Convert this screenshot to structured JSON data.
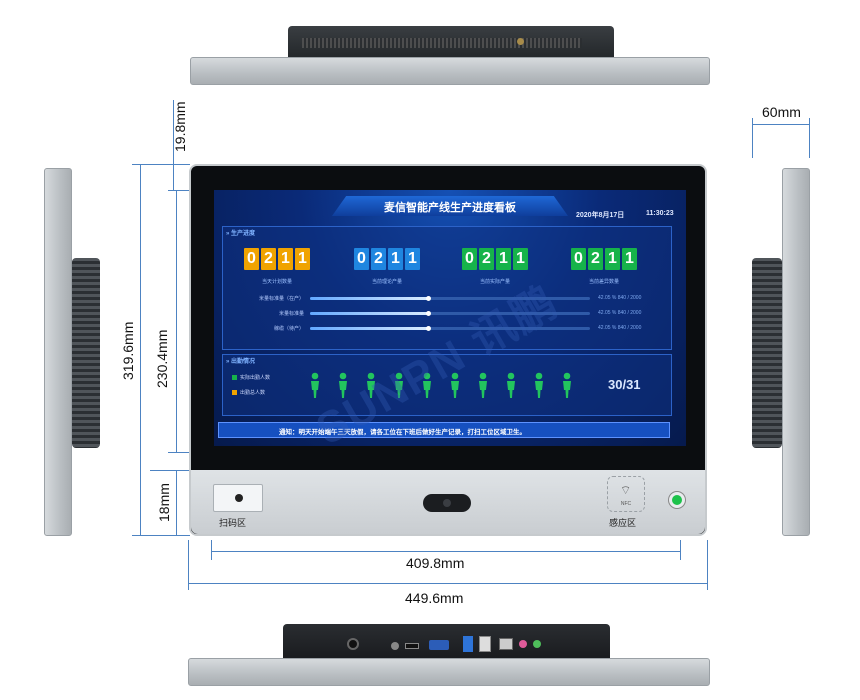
{
  "dimensions": {
    "top_bezel": "19.8mm",
    "depth": "60mm",
    "total_height": "319.6mm",
    "screen_height": "230.4mm",
    "chin_height": "18mm",
    "screen_width": "409.8mm",
    "total_width": "449.6mm"
  },
  "dashboard": {
    "title": "麦信智能产线生产进度看板",
    "date": "2020年8月17日",
    "time": "11:30:23",
    "production_section": "生产进度",
    "counters": [
      {
        "digits": [
          "0",
          "2",
          "1",
          "1"
        ],
        "label": "当天计划数量",
        "color": "#f0a300"
      },
      {
        "digits": [
          "0",
          "2",
          "1",
          "1"
        ],
        "label": "当前理论产量",
        "color": "#1f86e0"
      },
      {
        "digits": [
          "0",
          "2",
          "1",
          "1"
        ],
        "label": "当前实际产量",
        "color": "#16b34a"
      },
      {
        "digits": [
          "0",
          "2",
          "1",
          "1"
        ],
        "label": "当前差异数量",
        "color": "#16b34a"
      }
    ],
    "progress_rows": [
      {
        "label": "米量标准量（在产）",
        "percent": 42,
        "value": "42.05 %  840 / 2000"
      },
      {
        "label": "米量标准量",
        "percent": 42,
        "value": "42.05 %  840 / 2000"
      },
      {
        "label": "稼缆（待产）",
        "percent": 42,
        "value": "42.05 %  840 / 2000"
      }
    ],
    "attendance_section": "出勤情况",
    "legend_actual": "实际出勤人数",
    "legend_should": "出勤总人数",
    "ratio": "30/31",
    "notice": "通知：明天开始端午三天放假，请各工位在下班后做好生产记录，打扫工位区域卫生。"
  },
  "chin": {
    "scan_label": "扫码区",
    "nfc_label": "感应区",
    "nfc_text": "NFC"
  },
  "watermark": "SUNPN 讯鹏",
  "colors": {
    "accent_dimension": "#4d83c2",
    "screen_bg": "#0a2a78",
    "power_led": "#1cc24a"
  }
}
